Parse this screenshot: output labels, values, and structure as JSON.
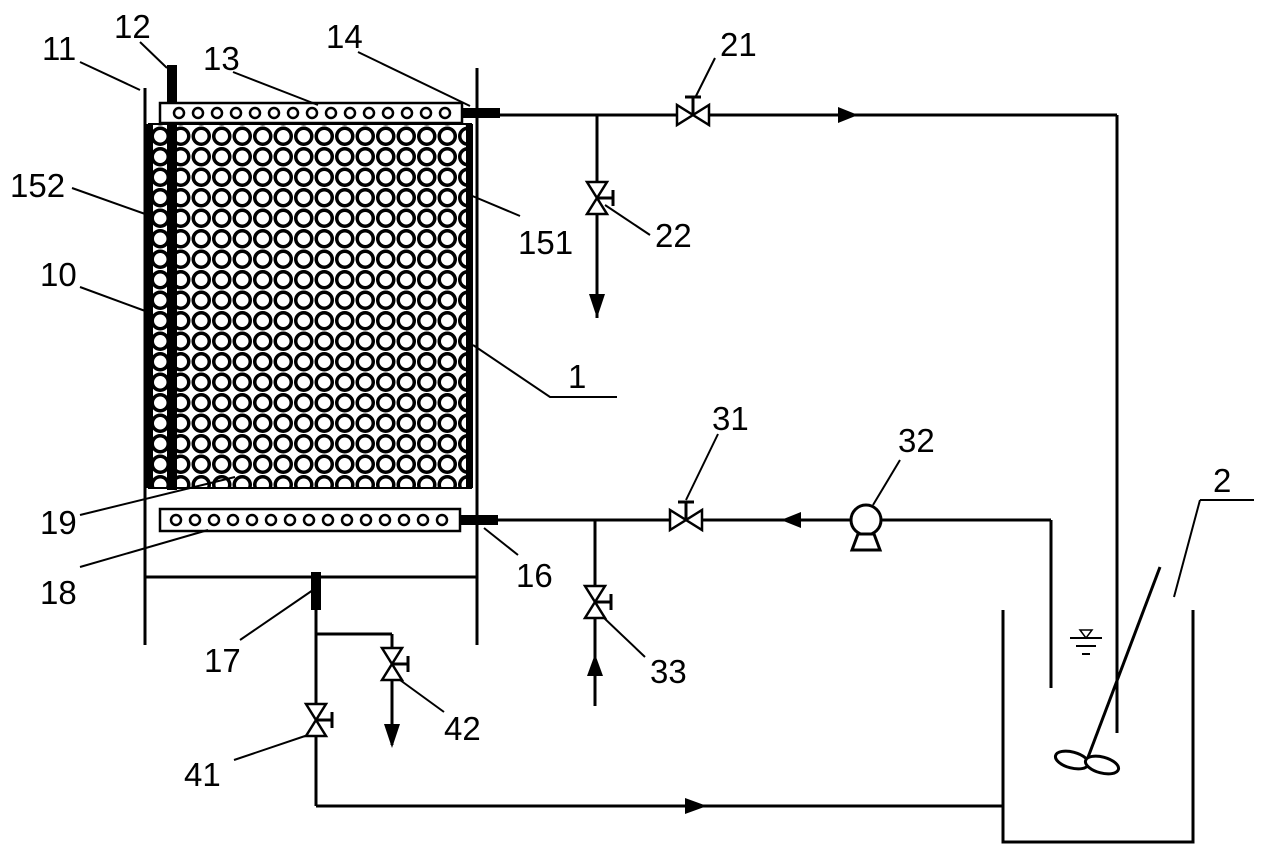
{
  "labels": {
    "l11": "11",
    "l12": "12",
    "l13": "13",
    "l14": "14",
    "l21": "21",
    "l152": "152",
    "l151": "151",
    "l22": "22",
    "l10": "10",
    "l1": "1",
    "l31": "31",
    "l32": "32",
    "l2": "2",
    "l19": "19",
    "l16": "16",
    "l18": "18",
    "l17": "17",
    "l33": "33",
    "l42": "42",
    "l41": "41"
  }
}
